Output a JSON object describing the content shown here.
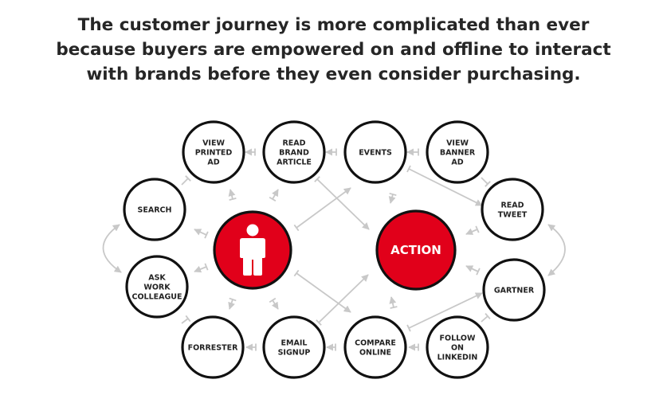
{
  "headline": {
    "line1": "The customer journey is more complicated than ever",
    "line2": "because buyers are empowered on and offline to interact",
    "line3": "with brands before they even consider purchasing."
  },
  "nodes": [
    {
      "id": "view-printed-ad",
      "lines": [
        "VIEW",
        "PRINTED",
        "AD"
      ]
    },
    {
      "id": "read-brand-article",
      "lines": [
        "READ",
        "BRAND",
        "ARTICLE"
      ]
    },
    {
      "id": "events",
      "lines": [
        "EVENTS"
      ]
    },
    {
      "id": "view-banner-ad",
      "lines": [
        "VIEW",
        "BANNER",
        "AD"
      ]
    },
    {
      "id": "search",
      "lines": [
        "SEARCH"
      ]
    },
    {
      "id": "read-tweet",
      "lines": [
        "READ",
        "TWEET"
      ]
    },
    {
      "id": "ask-work-colleague",
      "lines": [
        "ASK",
        "WORK",
        "COLLEAGUE"
      ]
    },
    {
      "id": "gartner",
      "lines": [
        "GARTNER"
      ]
    },
    {
      "id": "forrester",
      "lines": [
        "FORRESTER"
      ]
    },
    {
      "id": "email-signup",
      "lines": [
        "EMAIL",
        "SIGNUP"
      ]
    },
    {
      "id": "compare-online",
      "lines": [
        "COMPARE",
        "ONLINE"
      ]
    },
    {
      "id": "follow-on-linkedin",
      "lines": [
        "FOLLOW",
        "ON",
        "LINKEDIN"
      ]
    }
  ],
  "hubs": {
    "customer": {
      "icon": "person-icon",
      "label": ""
    },
    "action": {
      "label": "ACTION"
    }
  },
  "colors": {
    "accent": "#e1001a",
    "outline": "#111111",
    "connector": "#c8c8c8",
    "text": "#262626"
  }
}
